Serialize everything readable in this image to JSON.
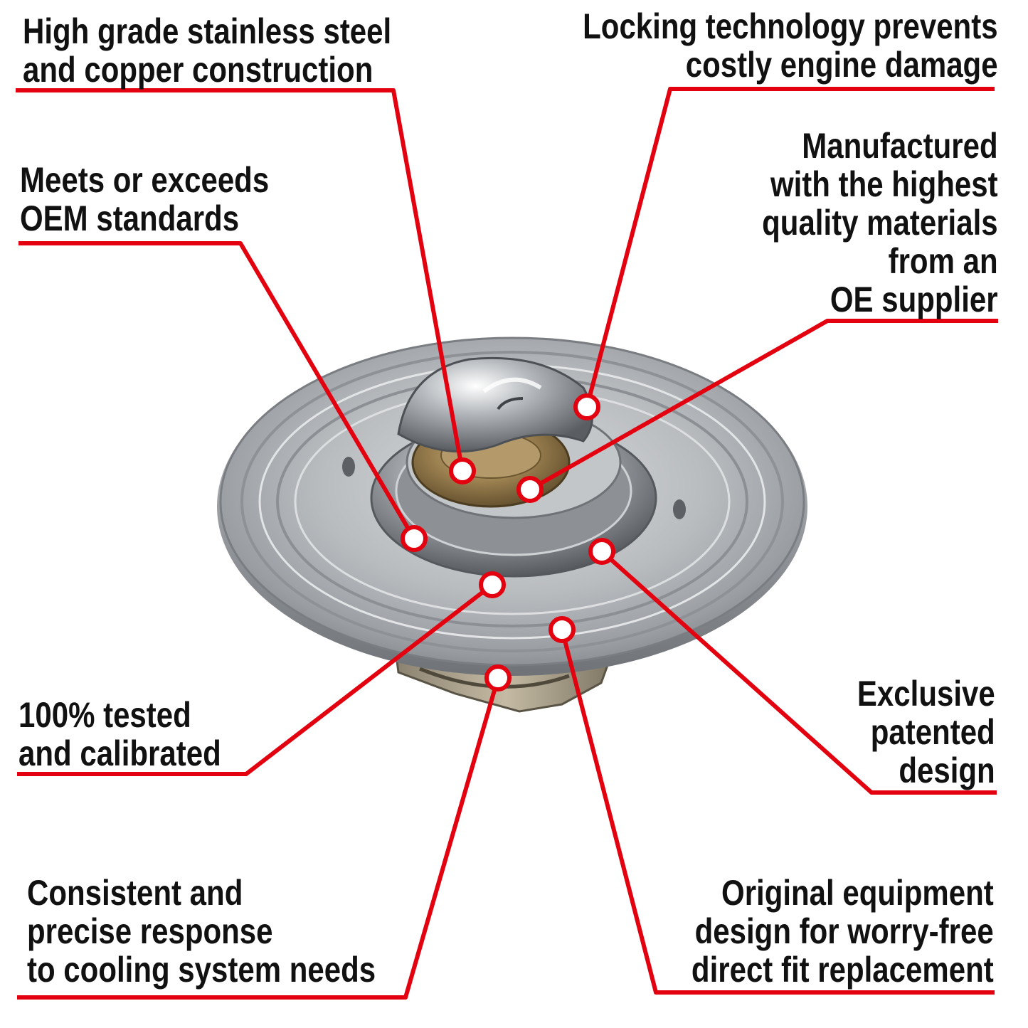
{
  "colors": {
    "leader": "#e3000f",
    "marker_fill": "#ffffff",
    "text": "#111111",
    "background": "#ffffff"
  },
  "illustration": {
    "subject": "thermostat-illustration"
  },
  "callouts": [
    {
      "id": "stainless-steel",
      "lines": [
        "High grade stainless steel",
        "and copper construction"
      ]
    },
    {
      "id": "locking-technology",
      "lines": [
        "Locking technology prevents",
        "costly engine damage"
      ]
    },
    {
      "id": "oem-standards",
      "lines": [
        "Meets or exceeds",
        "OEM standards"
      ]
    },
    {
      "id": "quality-materials",
      "lines": [
        "Manufactured",
        "with the highest",
        "quality materials",
        "from an",
        "OE supplier"
      ]
    },
    {
      "id": "tested-calibrated",
      "lines": [
        "100% tested",
        "and calibrated"
      ]
    },
    {
      "id": "patented-design",
      "lines": [
        "Exclusive",
        "patented",
        "design"
      ]
    },
    {
      "id": "consistent-response",
      "lines": [
        "Consistent and",
        "precise response",
        "to cooling system needs"
      ]
    },
    {
      "id": "direct-fit",
      "lines": [
        "Original equipment",
        "design for worry-free",
        "direct fit replacement"
      ]
    }
  ]
}
